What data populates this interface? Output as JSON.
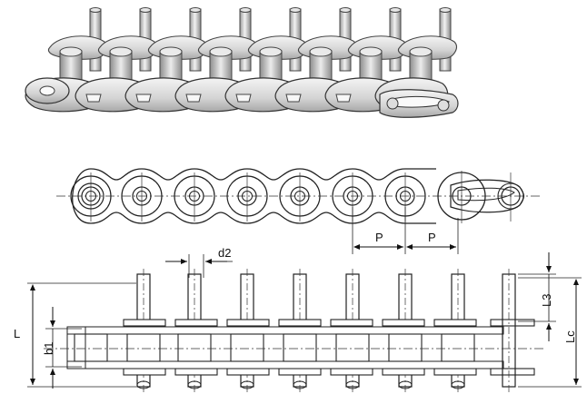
{
  "labels": {
    "pitch_1": "P",
    "pitch_2": "P",
    "pin_diameter": "d2",
    "overall_length": "L",
    "inner_width": "b1",
    "pin_offset": "L3",
    "connecting_pin_length": "Lc"
  },
  "colors": {
    "metal_light": "#e9e9e9",
    "metal_mid": "#c9c9c9",
    "metal_dark": "#8d8d8d",
    "line": "#222222",
    "accent_line": "#d64040"
  }
}
